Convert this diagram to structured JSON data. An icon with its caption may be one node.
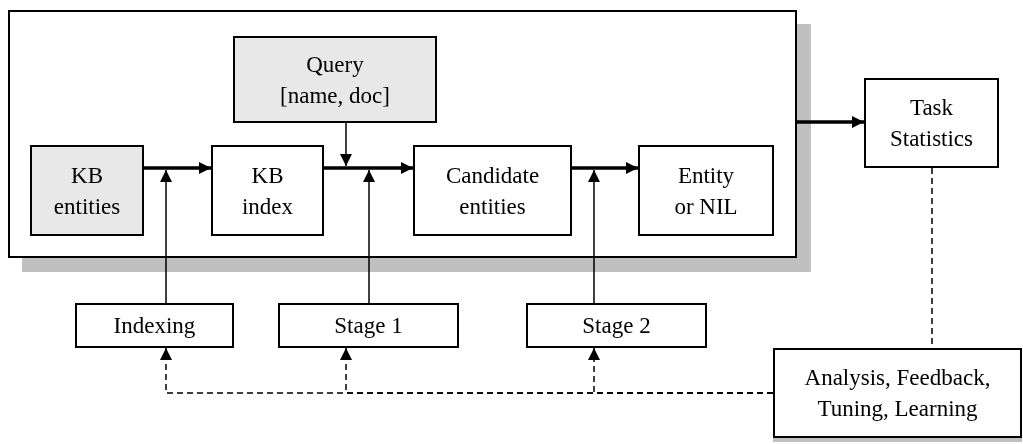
{
  "diagram": {
    "nodes": [
      {
        "text": [],
        "shape": "box"
      },
      {
        "text": [
          "KB entities"
        ],
        "in": 0
      },
      {
        "text": [
          "Query [name, doc]"
        ],
        "in": 0
      },
      {
        "text": [
          "KB index"
        ],
        "in": 0
      },
      {
        "text": [
          "Candidate entities"
        ],
        "in": 0
      },
      {
        "text": [
          "Entity or NIL"
        ],
        "in": 0
      },
      {
        "text": [
          "Task Statistics"
        ]
      },
      {
        "text": [
          "Indexing"
        ]
      },
      {
        "text": [
          "Stage 1"
        ]
      },
      {
        "text": [
          "Stage 2"
        ]
      },
      {
        "text": [
          "Analysis, Feedback, Tuning, Learning"
        ]
      }
    ],
    "edges": [
      {
        "from": 1,
        "to": 3,
        "arrow": "to",
        "style": "thick"
      },
      {
        "from": 7,
        "to": 1,
        "arrow": "to"
      },
      {
        "from": 3,
        "to": 4,
        "arrow": "to",
        "style": "thick"
      },
      {
        "from": 2,
        "to": 3,
        "arrow": "to"
      },
      {
        "from": 8,
        "to": null,
        "arrow": "to"
      },
      {
        "from": 4,
        "to": 5,
        "arrow": "to",
        "style": "thick"
      },
      {
        "from": 9,
        "to": 4,
        "arrow": "to"
      },
      {
        "from": 0,
        "to": 6,
        "arrow": "to",
        "style": "thick"
      },
      {
        "from": 6,
        "to": 10,
        "arrow": "none",
        "style": "dashed"
      },
      {
        "from": 10,
        "to": 7,
        "arrow": "to",
        "style": "dashed"
      },
      {
        "from": 10,
        "to": 8,
        "arrow": "to",
        "style": "dashed"
      },
      {
        "from": 10,
        "to": 9,
        "arrow": "to",
        "style": "dashed"
      }
    ]
  }
}
